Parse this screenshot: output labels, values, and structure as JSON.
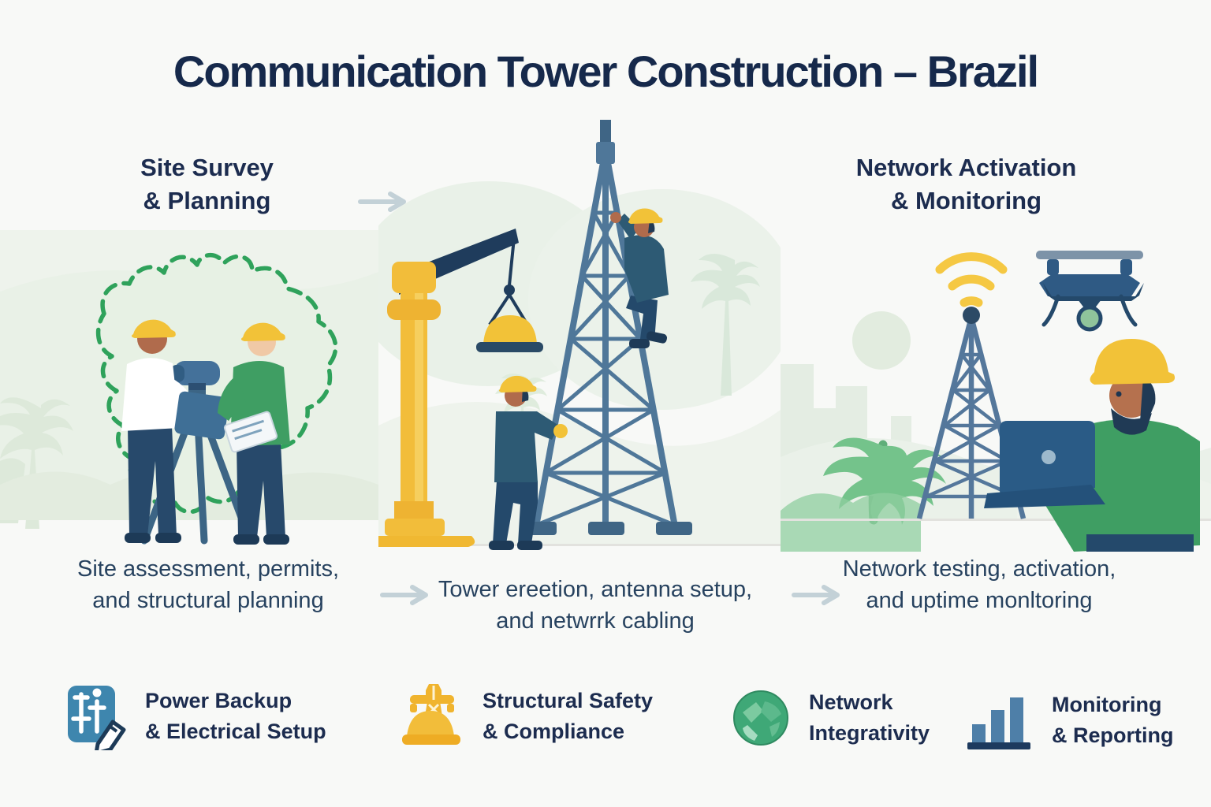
{
  "title": "Communication Tower Construction – Brazil",
  "stages": [
    {
      "heading": [
        "Site Survey",
        "& Planning"
      ],
      "caption": "Site assessment, permits, and structural planning",
      "illustration": "surveyors-with-theodolite-and-brazil-map"
    },
    {
      "heading": [],
      "caption": "Tower ereetion, antenna setup, and netwrrk cabling",
      "illustration": "crane-and-tower-erection-with-workers"
    },
    {
      "heading": [
        "Network Activation",
        "& Monitoring"
      ],
      "caption": "Network testing, activation, and uptime monltoring",
      "illustration": "tower-with-wifi-drone-and-technician-laptop"
    }
  ],
  "features": [
    {
      "icon": "power-backup-icon",
      "label": [
        "Power Backup",
        "& Electrical Setup"
      ]
    },
    {
      "icon": "structural-safety-icon",
      "label": [
        "Structural Safety",
        "& Compliance"
      ]
    },
    {
      "icon": "network-globe-icon",
      "label": [
        "Network",
        "Integrativity"
      ]
    },
    {
      "icon": "bar-chart-icon",
      "label": [
        "Monitoring",
        "& Reporting"
      ]
    }
  ],
  "colors": {
    "heading_navy": "#1c2c4f",
    "caption_blue": "#27425f",
    "accent_yellow": "#f2c238",
    "steel_blue": "#4f7799",
    "map_dash_green": "#2fa25b",
    "shirt_green": "#3f9e63",
    "globe_green": "#3fa877",
    "icon_blue": "#3e86ae",
    "arrow_gray": "#c3d1d7"
  }
}
